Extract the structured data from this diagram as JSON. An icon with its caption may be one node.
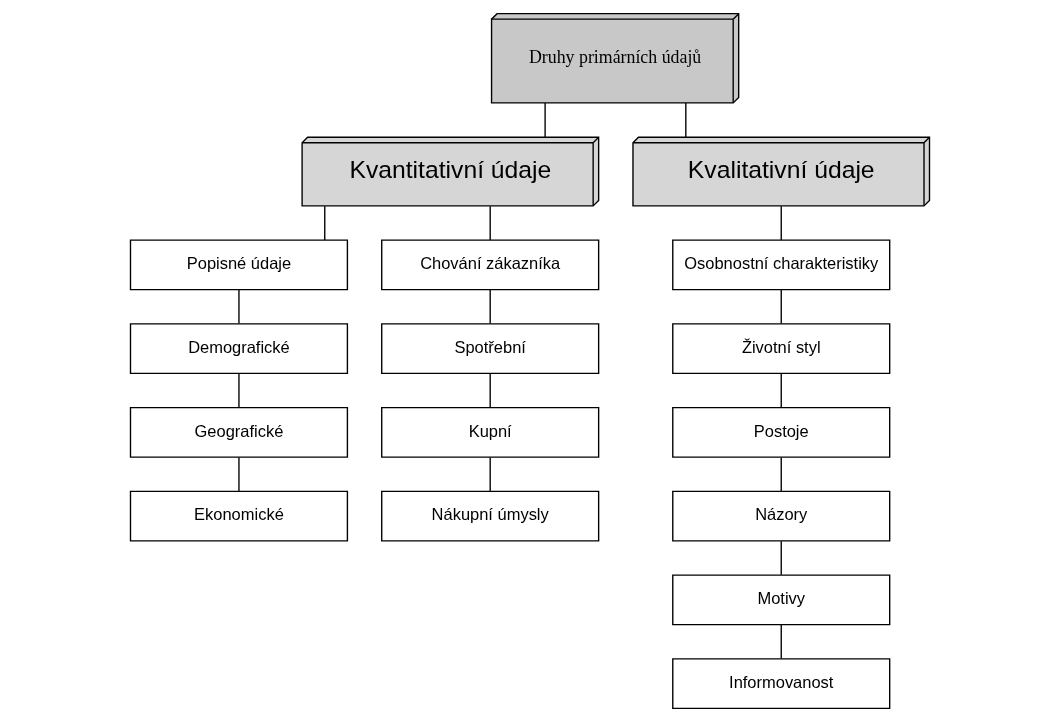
{
  "diagram": {
    "nodes": [
      {
        "text": [
          "Druhy primárních údajů"
        ]
      },
      {
        "text": [
          "Kvantitativní údaje"
        ]
      },
      {
        "text": [
          "Kvalitativní údaje"
        ]
      },
      {
        "text": [
          "Popisné údaje"
        ]
      },
      {
        "text": [
          "Demografické"
        ]
      },
      {
        "text": [
          "Geografické"
        ]
      },
      {
        "text": [
          "Ekonomické"
        ]
      },
      {
        "text": [
          "Chování zákazníka"
        ]
      },
      {
        "text": [
          "Spotřební"
        ]
      },
      {
        "text": [
          "Kupní"
        ]
      },
      {
        "text": [
          "Nákupní úmysly"
        ]
      },
      {
        "text": [
          "Osobnostní charakteristiky"
        ]
      },
      {
        "text": [
          "Životní styl"
        ]
      },
      {
        "text": [
          "Postoje"
        ]
      },
      {
        "text": [
          "Názory"
        ]
      },
      {
        "text": [
          "Motivy"
        ]
      },
      {
        "text": [
          "Informovanost"
        ]
      }
    ],
    "edges": [
      {
        "from": 0,
        "to": 1,
        "arrow": "none"
      },
      {
        "from": 0,
        "to": 2,
        "arrow": "none"
      },
      {
        "from": 1,
        "to": 3,
        "arrow": "none"
      },
      {
        "from": 1,
        "to": 7,
        "arrow": "none"
      },
      {
        "from": 3,
        "to": 4,
        "arrow": "none"
      },
      {
        "from": 4,
        "to": 5,
        "arrow": "none"
      },
      {
        "from": 5,
        "to": 6,
        "arrow": "none"
      },
      {
        "from": 7,
        "to": 8,
        "arrow": "none"
      },
      {
        "from": 8,
        "to": 9,
        "arrow": "none"
      },
      {
        "from": 9,
        "to": 10,
        "arrow": "none"
      },
      {
        "from": 2,
        "to": 11,
        "arrow": "none"
      },
      {
        "from": 11,
        "to": 12,
        "arrow": "none"
      },
      {
        "from": 12,
        "to": 13,
        "arrow": "none"
      },
      {
        "from": 13,
        "to": 14,
        "arrow": "none"
      },
      {
        "from": 14,
        "to": 15,
        "arrow": "none"
      },
      {
        "from": 15,
        "to": 16,
        "arrow": "none"
      }
    ]
  }
}
